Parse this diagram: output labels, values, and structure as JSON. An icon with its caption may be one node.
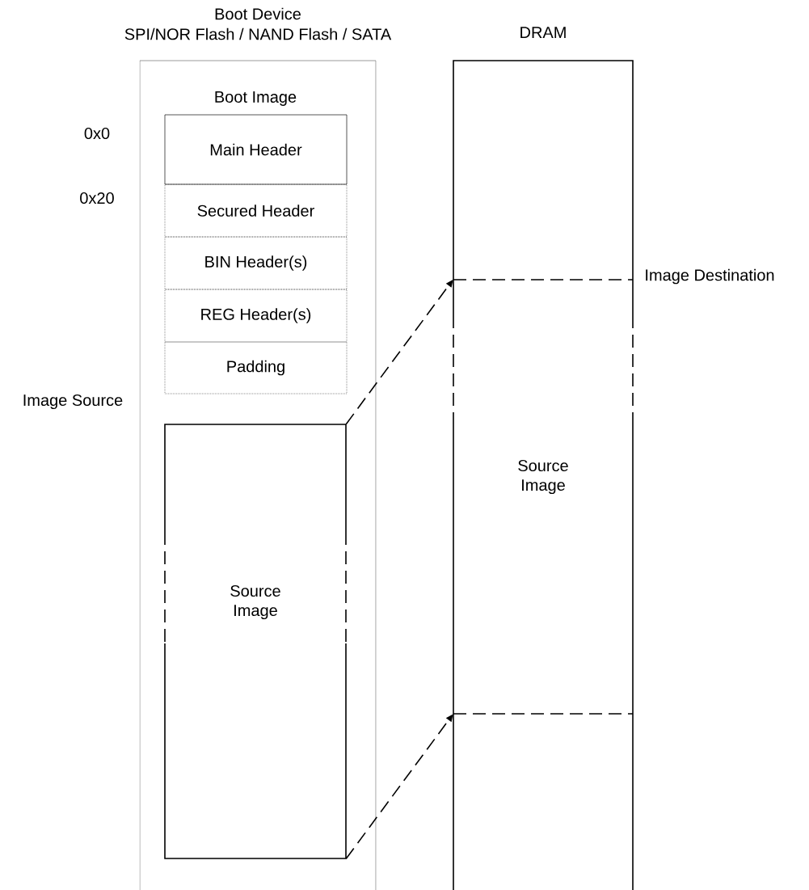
{
  "diagram": {
    "nodes": [
      {
        "text": [
          "Boot Device",
          "SPI/NOR Flash / NAND Flash / SATA"
        ]
      },
      {
        "text": [
          "Main Header"
        ],
        "in": 0
      },
      {
        "text": [
          "Secured Header"
        ],
        "in": 0
      },
      {
        "text": [
          "BIN Header(s)"
        ],
        "in": 0
      },
      {
        "text": [
          "REG Header(s)"
        ],
        "in": 0
      },
      {
        "text": [
          "Padding"
        ],
        "in": 0
      },
      {
        "text": [
          "Source Image"
        ],
        "in": 0
      },
      {
        "text": [
          "DRAM"
        ]
      },
      {
        "text": [
          "Source Image"
        ],
        "in": 7
      }
    ],
    "edges": [
      {
        "from": 6,
        "to": 8,
        "arrow": "to",
        "style": "dashed"
      },
      {
        "from": 6,
        "to": 8,
        "arrow": "to",
        "style": "dashed"
      }
    ],
    "labels": [
      "Boot Image",
      "0x0",
      "0x20",
      "Image Source",
      "Image Destination"
    ]
  }
}
